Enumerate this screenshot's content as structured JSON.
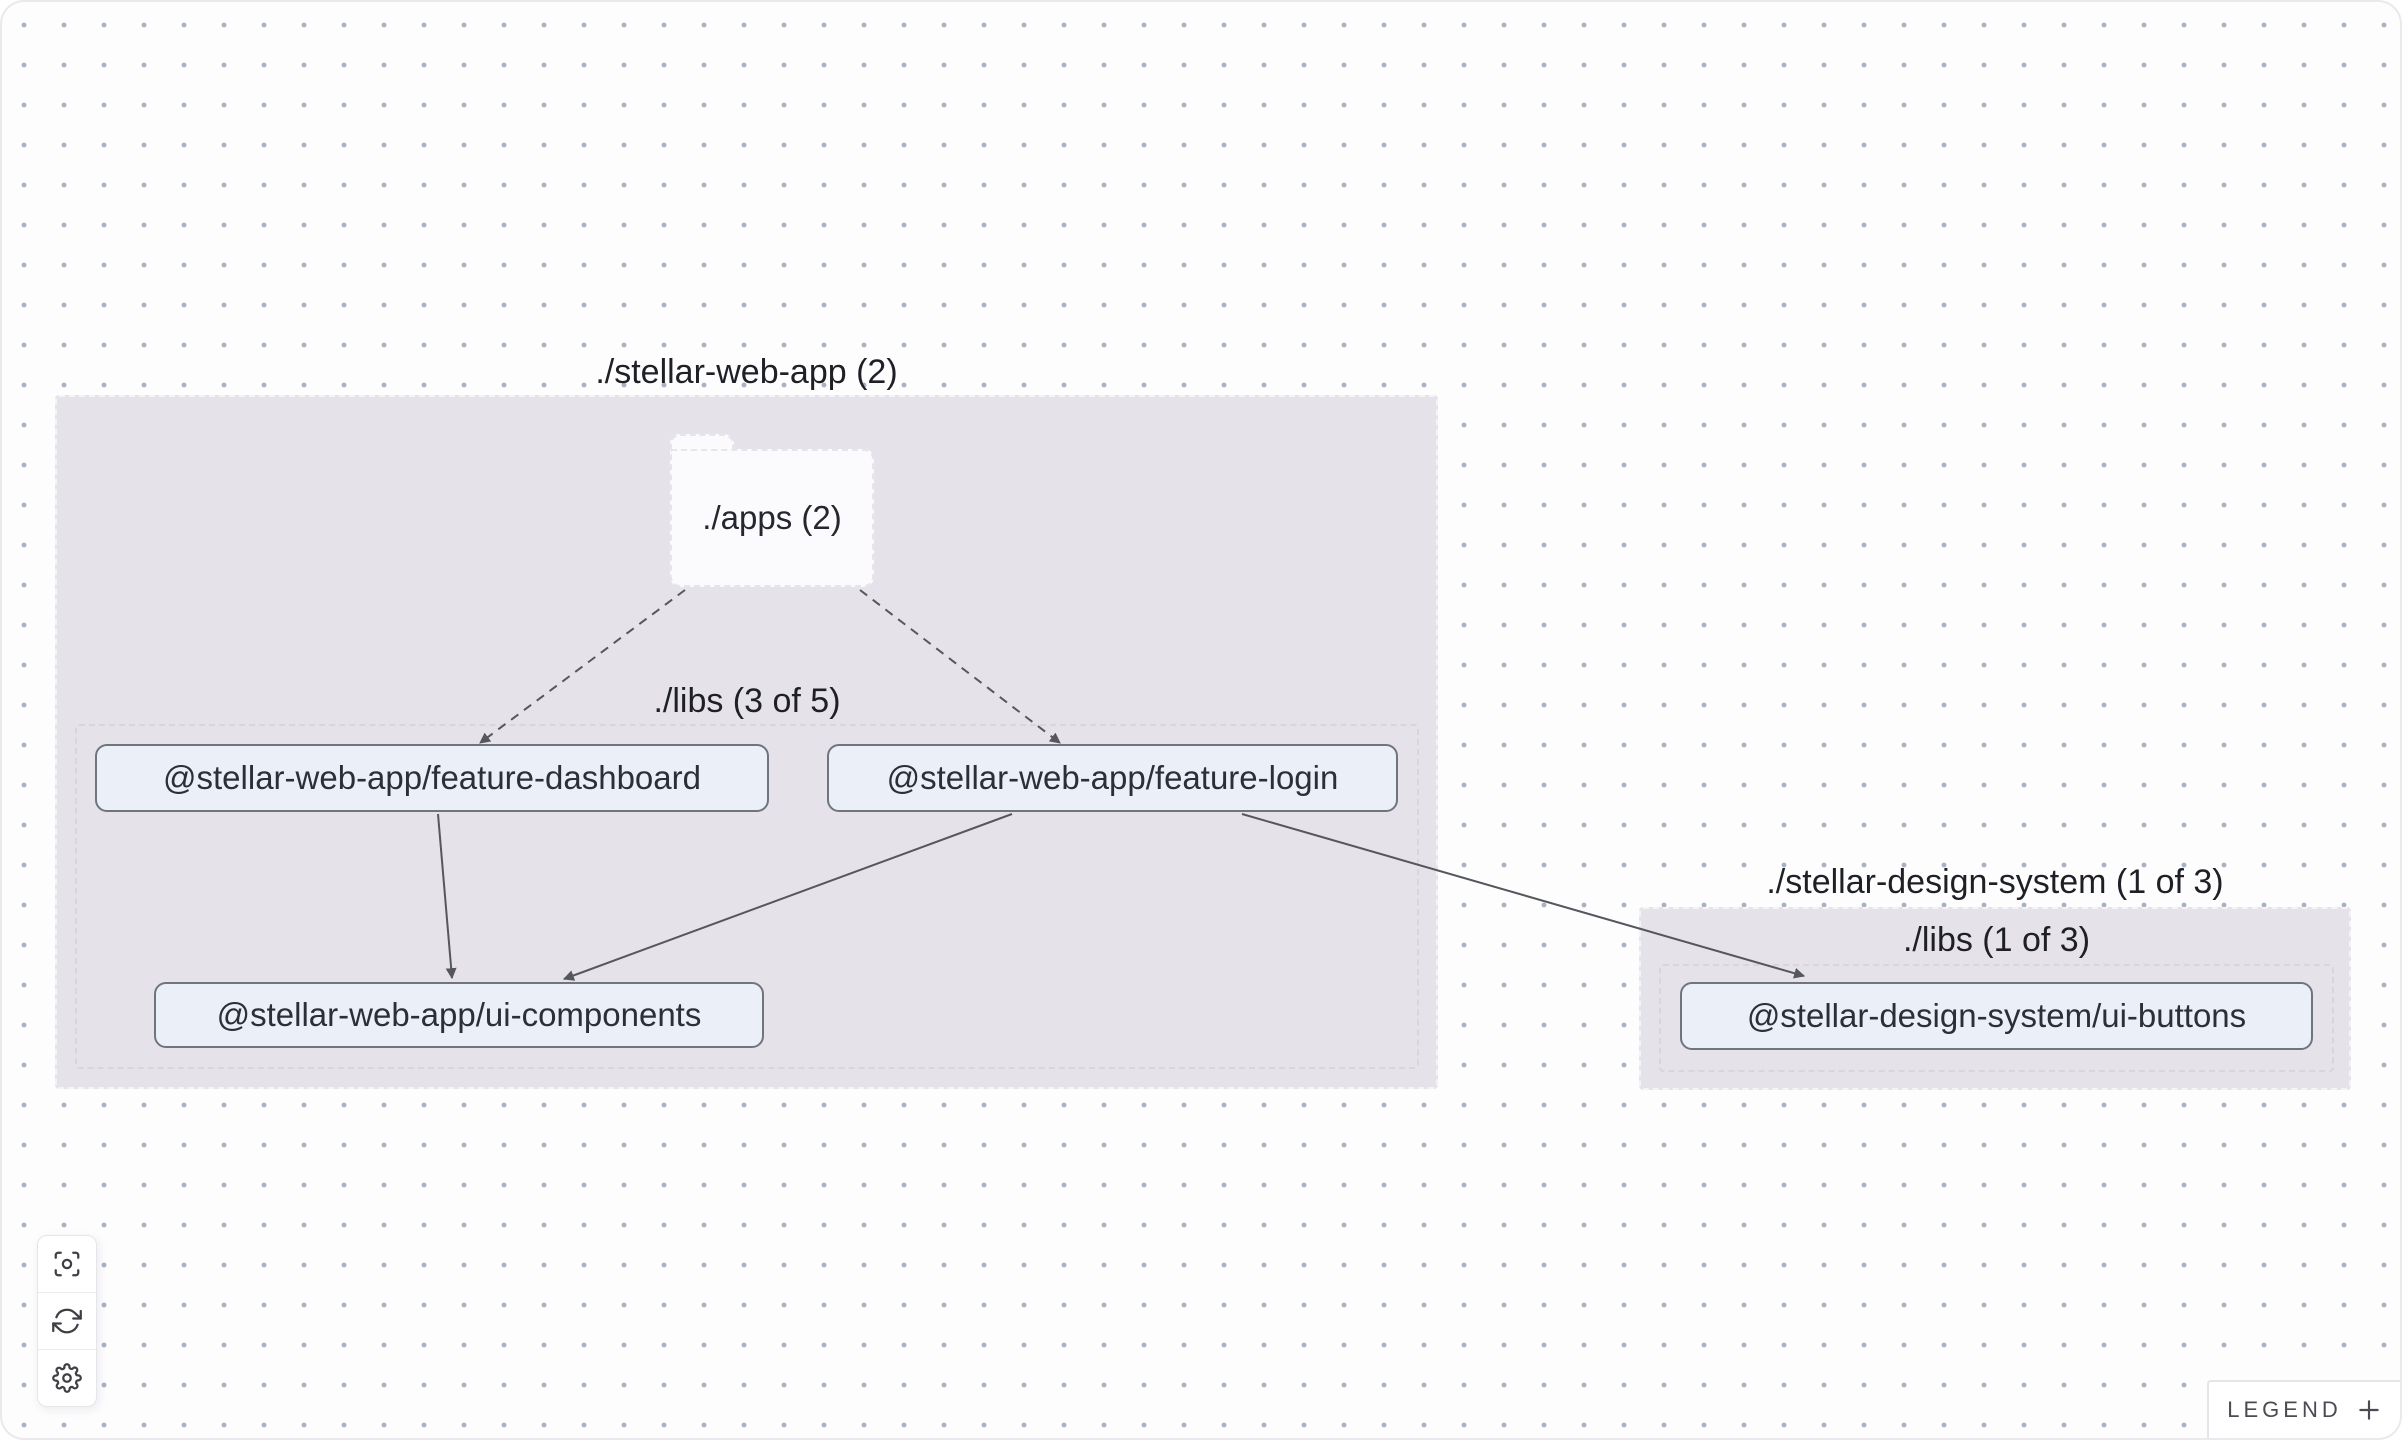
{
  "graph": {
    "container_web_app": {
      "label": "./stellar-web-app (2)",
      "apps_folder_label": "./apps (2)",
      "libs_label": "./libs (3 of 5)",
      "node_feature_dashboard": "@stellar-web-app/feature-dashboard",
      "node_feature_login": "@stellar-web-app/feature-login",
      "node_ui_components": "@stellar-web-app/ui-components"
    },
    "container_design_system": {
      "label": "./stellar-design-system (1 of 3)",
      "libs_label": "./libs (1 of 3)",
      "node_ui_buttons": "@stellar-design-system/ui-buttons"
    },
    "edges": [
      {
        "from": "./apps",
        "to": "@stellar-web-app/feature-dashboard",
        "style": "dashed"
      },
      {
        "from": "./apps",
        "to": "@stellar-web-app/feature-login",
        "style": "dashed"
      },
      {
        "from": "@stellar-web-app/feature-dashboard",
        "to": "@stellar-web-app/ui-components",
        "style": "solid"
      },
      {
        "from": "@stellar-web-app/feature-login",
        "to": "@stellar-web-app/ui-components",
        "style": "solid"
      },
      {
        "from": "@stellar-web-app/feature-login",
        "to": "@stellar-design-system/ui-buttons",
        "style": "solid"
      }
    ],
    "colors": {
      "container_fill": "#e5e3e9",
      "node_fill": "#ebeff7",
      "node_border": "#70747e",
      "edge": "#56575d",
      "background_dot": "#a7b1c2"
    }
  },
  "toolbar": {
    "zoom_to_fit_icon": "focus-crosshair",
    "reset_icon": "refresh-cycle",
    "settings_icon": "gear"
  },
  "legend": {
    "label": "LEGEND",
    "expand_icon": "plus"
  }
}
